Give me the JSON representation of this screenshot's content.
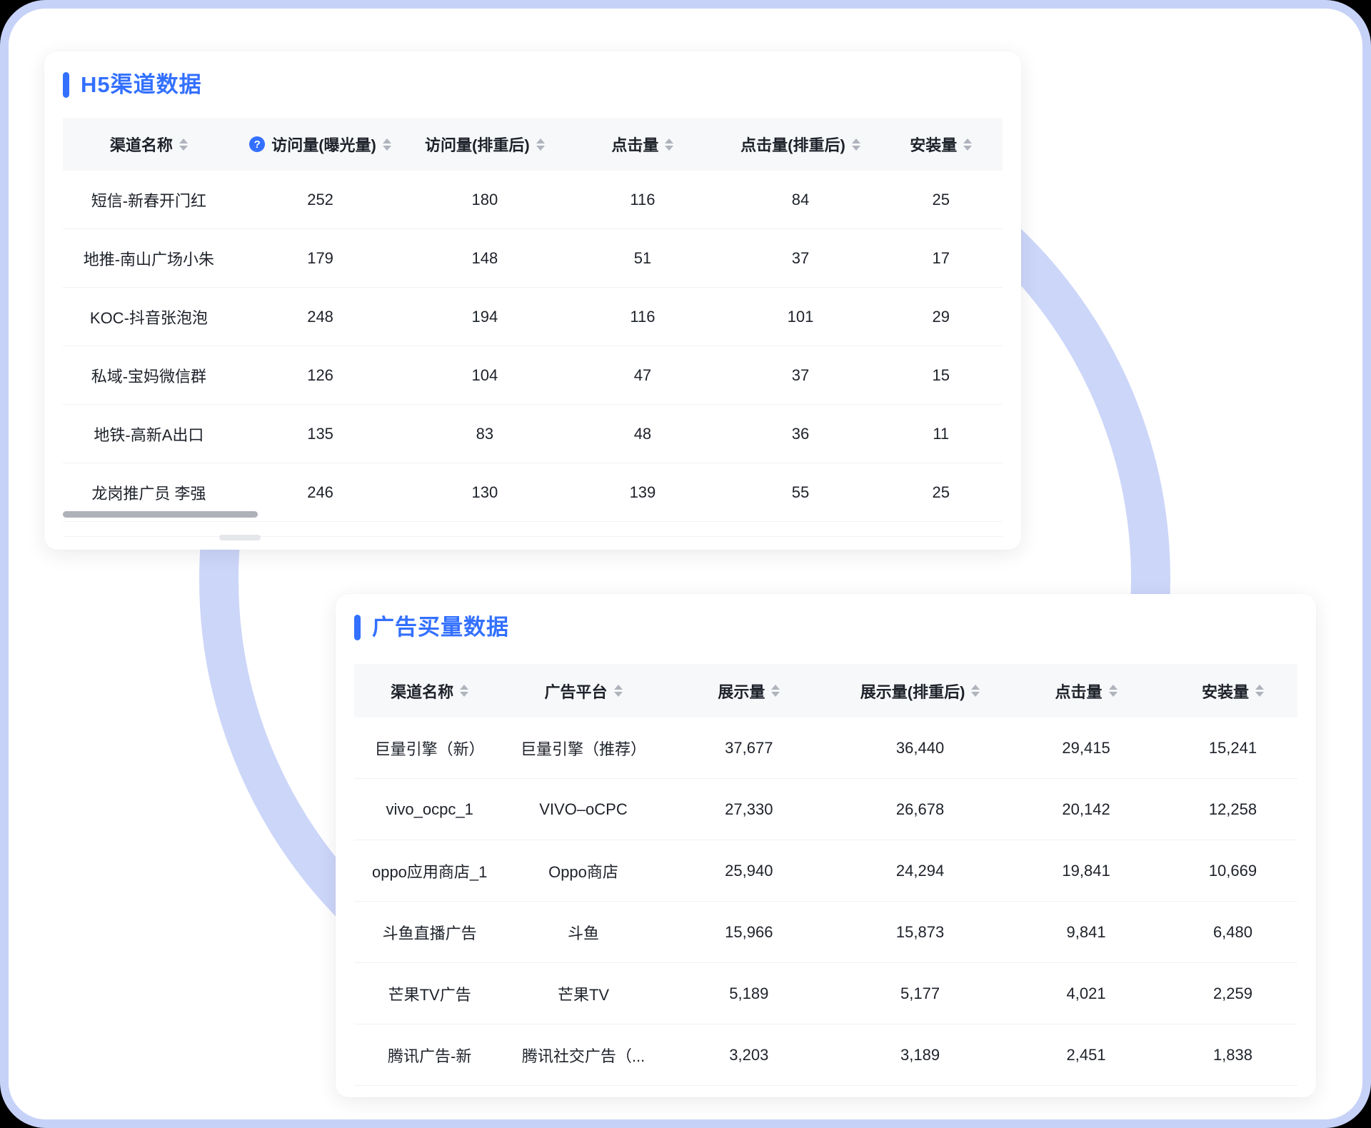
{
  "colors": {
    "accent_blue": "#3370FF",
    "ring": "#CCD6F9",
    "frame_border": "#C7D2F8",
    "header_bg": "#F7F8FA",
    "body_text": "#1D2129",
    "sort_caret": "#AEB3BC",
    "scrollbar_thumb": "#ADB1B8"
  },
  "icons": {
    "help_glyph": "?"
  },
  "h5_card": {
    "title": "H5渠道数据",
    "columns": [
      {
        "label": "渠道名称"
      },
      {
        "label": "访问量(曝光量)",
        "has_help": true
      },
      {
        "label": "访问量(排重后)"
      },
      {
        "label": "点击量"
      },
      {
        "label": "点击量(排重后)"
      },
      {
        "label": "安装量"
      }
    ],
    "rows": [
      [
        "短信-新春开门红",
        "252",
        "180",
        "116",
        "84",
        "25"
      ],
      [
        "地推-南山广场小朱",
        "179",
        "148",
        "51",
        "37",
        "17"
      ],
      [
        "KOC-抖音张泡泡",
        "248",
        "194",
        "116",
        "101",
        "29"
      ],
      [
        "私域-宝妈微信群",
        "126",
        "104",
        "47",
        "37",
        "15"
      ],
      [
        "地铁-高新A出口",
        "135",
        "83",
        "48",
        "36",
        "11"
      ],
      [
        "龙岗推广员 李强",
        "246",
        "130",
        "139",
        "55",
        "25"
      ]
    ]
  },
  "ad_card": {
    "title": "广告买量数据",
    "columns": [
      {
        "label": "渠道名称"
      },
      {
        "label": "广告平台"
      },
      {
        "label": "展示量"
      },
      {
        "label": "展示量(排重后)"
      },
      {
        "label": "点击量"
      },
      {
        "label": "安装量"
      }
    ],
    "rows": [
      [
        "巨量引擎（新）",
        "巨量引擎（推荐）",
        "37,677",
        "36,440",
        "29,415",
        "15,241"
      ],
      [
        "vivo_ocpc_1",
        "VIVO–oCPC",
        "27,330",
        "26,678",
        "20,142",
        "12,258"
      ],
      [
        "oppo应用商店_1",
        "Oppo商店",
        "25,940",
        "24,294",
        "19,841",
        "10,669"
      ],
      [
        "斗鱼直播广告",
        "斗鱼",
        "15,966",
        "15,873",
        "9,841",
        "6,480"
      ],
      [
        "芒果TV广告",
        "芒果TV",
        "5,189",
        "5,177",
        "4,021",
        "2,259"
      ],
      [
        "腾讯广告-新",
        "腾讯社交广告（...",
        "3,203",
        "3,189",
        "2,451",
        "1,838"
      ]
    ]
  }
}
